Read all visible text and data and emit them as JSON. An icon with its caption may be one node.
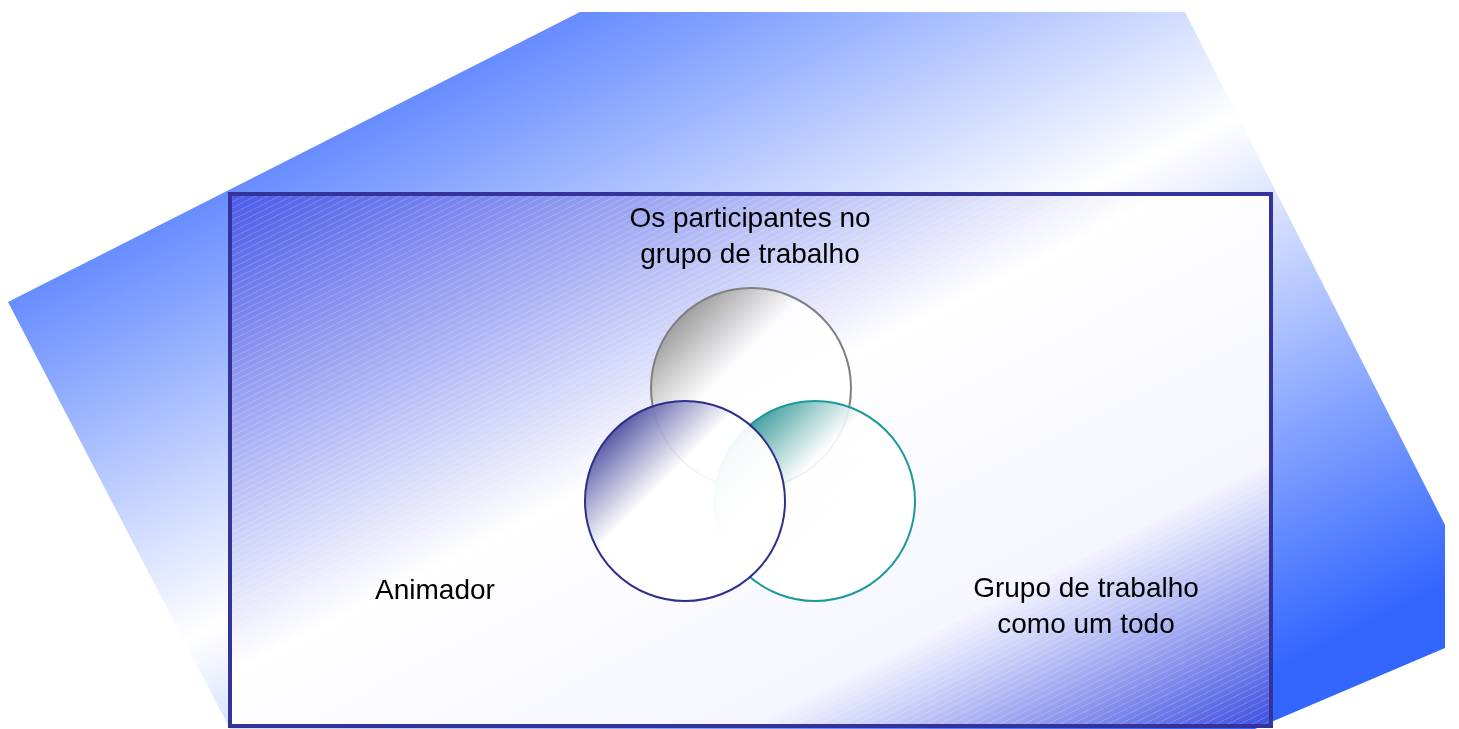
{
  "diagram": {
    "nodes": [
      {
        "text": [
          "Os participantes no grupo de trabalho"
        ]
      },
      {
        "text": [
          "Animador"
        ]
      },
      {
        "text": [
          "Grupo de trabalho como um todo"
        ]
      }
    ]
  }
}
